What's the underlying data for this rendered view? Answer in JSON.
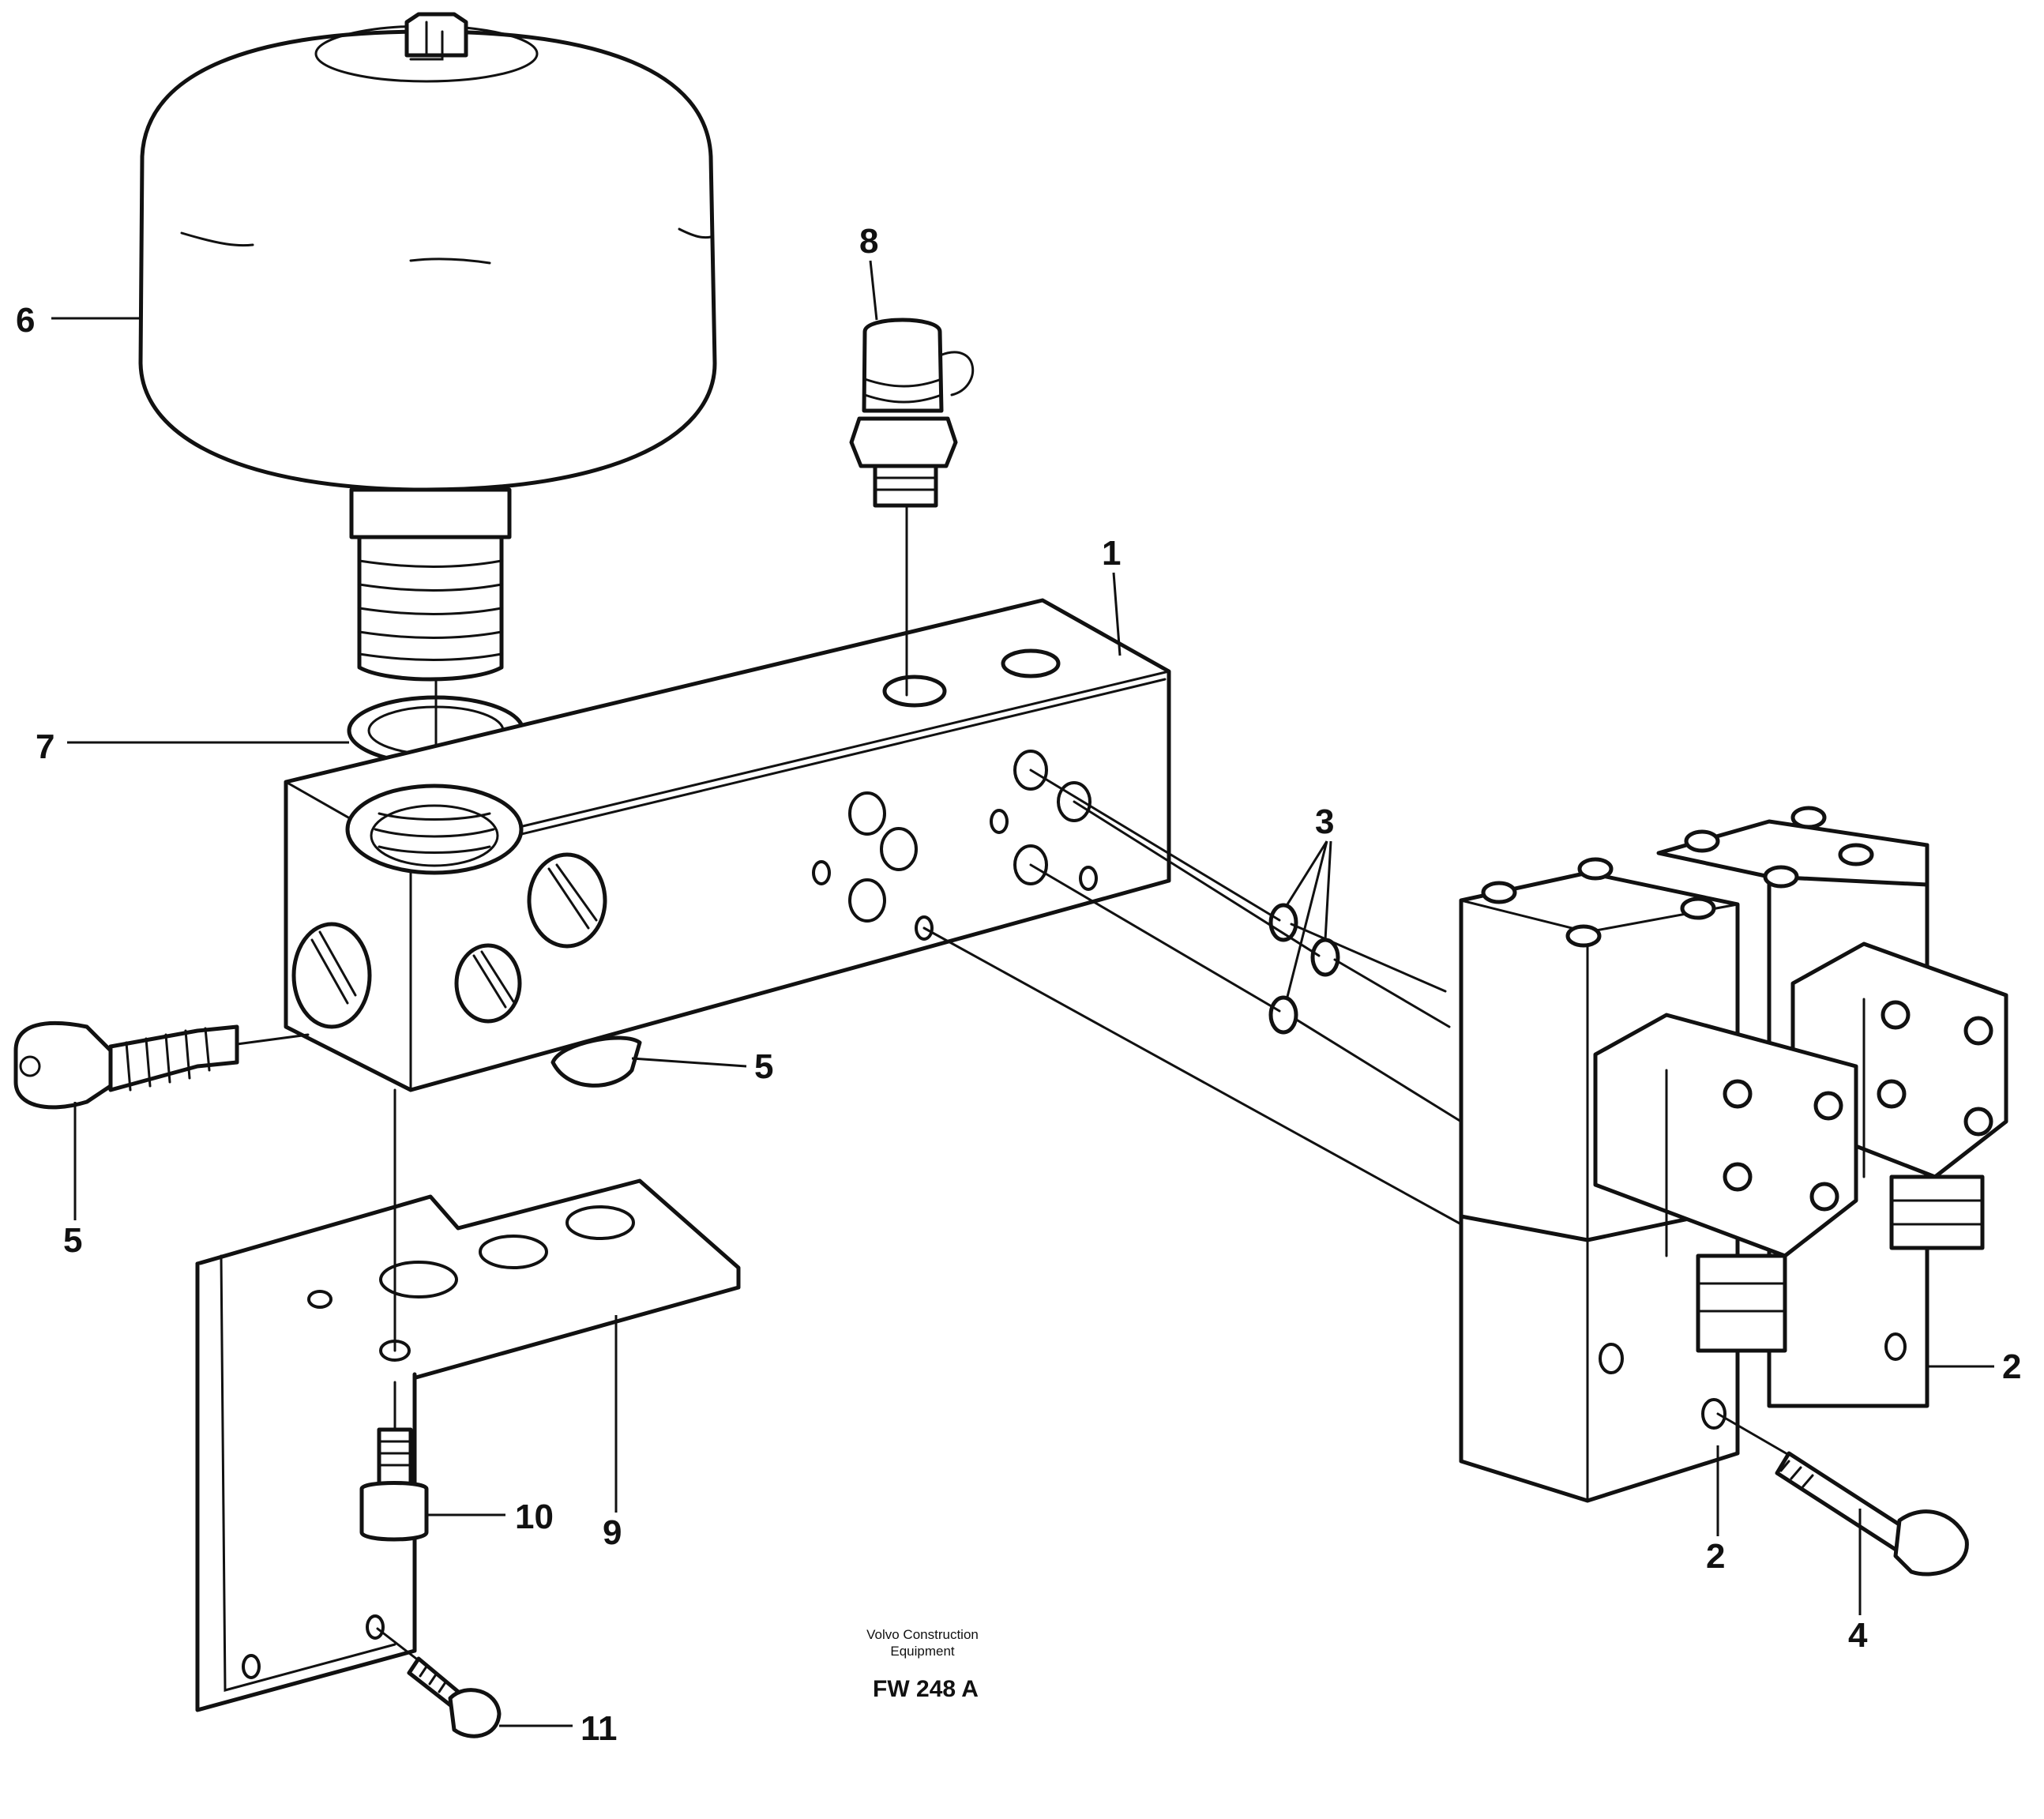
{
  "callouts": {
    "c1": "1",
    "c2a": "2",
    "c2b": "2",
    "c3": "3",
    "c4": "4",
    "c5a": "5",
    "c5b": "5",
    "c6": "6",
    "c7": "7",
    "c8": "8",
    "c9": "9",
    "c10": "10",
    "c11": "11"
  },
  "footer": {
    "brand_line1": "Volvo Construction",
    "brand_line2": "Equipment",
    "drawing_code": "FW 248 A"
  }
}
